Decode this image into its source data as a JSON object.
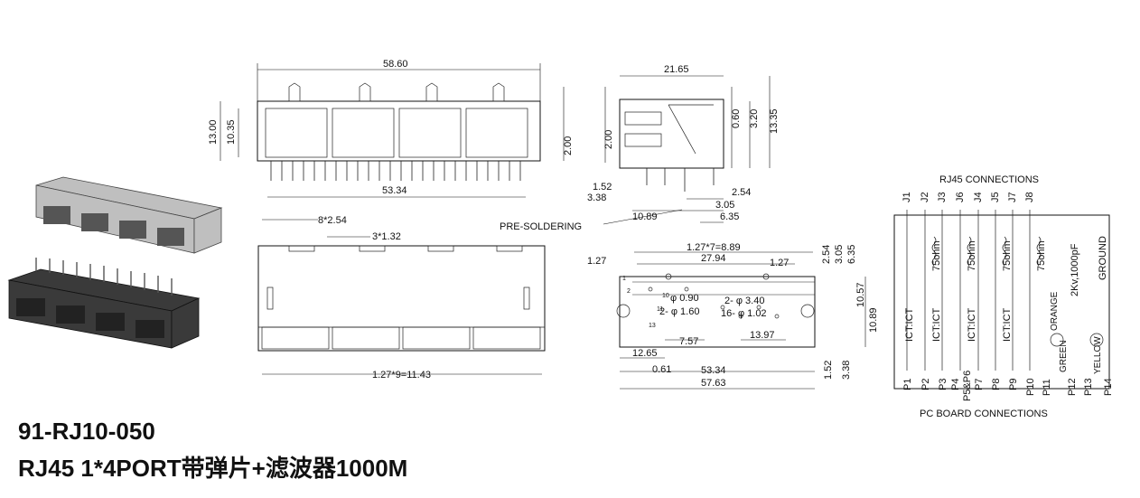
{
  "title": {
    "model": "91-RJ10-050",
    "description": "RJ45 1*4PORT带弹片+滤波器1000M"
  },
  "front_view": {
    "dims": [
      "58.60",
      "13.00",
      "10.35",
      "2.00",
      "53.34"
    ]
  },
  "side_view": {
    "dims": [
      "21.65",
      "2.00",
      "0.60",
      "3.20",
      "13.35",
      "1.52",
      "3.38",
      "2.54",
      "3.05",
      "10.89",
      "6.35"
    ],
    "callout": "PRE-SOLDERING"
  },
  "bottom_view": {
    "dims": [
      "8*2.54",
      "3*1.32",
      "1.27*9=11.43"
    ]
  },
  "footprint": {
    "dims": [
      "1.27*7=8.89",
      "27.94",
      "1.27",
      "1.27",
      "2.54",
      "3.05",
      "6.35",
      "10.57",
      "10.89",
      "12.65",
      "7.57",
      "13.97",
      "0.61",
      "53.34",
      "57.63",
      "1.52",
      "3.38"
    ],
    "holes": [
      "φ 0.90",
      "2- φ 1.60",
      "2- φ 3.40",
      "16- φ 1.02"
    ],
    "pin_labels": [
      "1",
      "2",
      "10",
      "11",
      "13"
    ]
  },
  "schematic": {
    "top_title": "RJ45 CONNECTIONS",
    "bottom_title": "PC BOARD CONNECTIONS",
    "jacks": [
      "J1",
      "J2",
      "J3",
      "J6",
      "J4",
      "J5",
      "J7",
      "J8"
    ],
    "pins": [
      "P1",
      "P2",
      "P3",
      "P4",
      "P5&P6",
      "P7",
      "P8",
      "P9",
      "P10",
      "P11",
      "P12",
      "P13",
      "P14"
    ],
    "resistors": [
      "75ohm",
      "75ohm",
      "75ohm",
      "75ohm"
    ],
    "transformers": [
      "ICT:ICT",
      "ICT:ICT",
      "ICT:ICT",
      "ICT:ICT"
    ],
    "cap": "2Kv,1000pF",
    "ground": "GROUND",
    "led_labels": [
      "GREEN",
      "ORANGE",
      "YELLOW"
    ]
  }
}
